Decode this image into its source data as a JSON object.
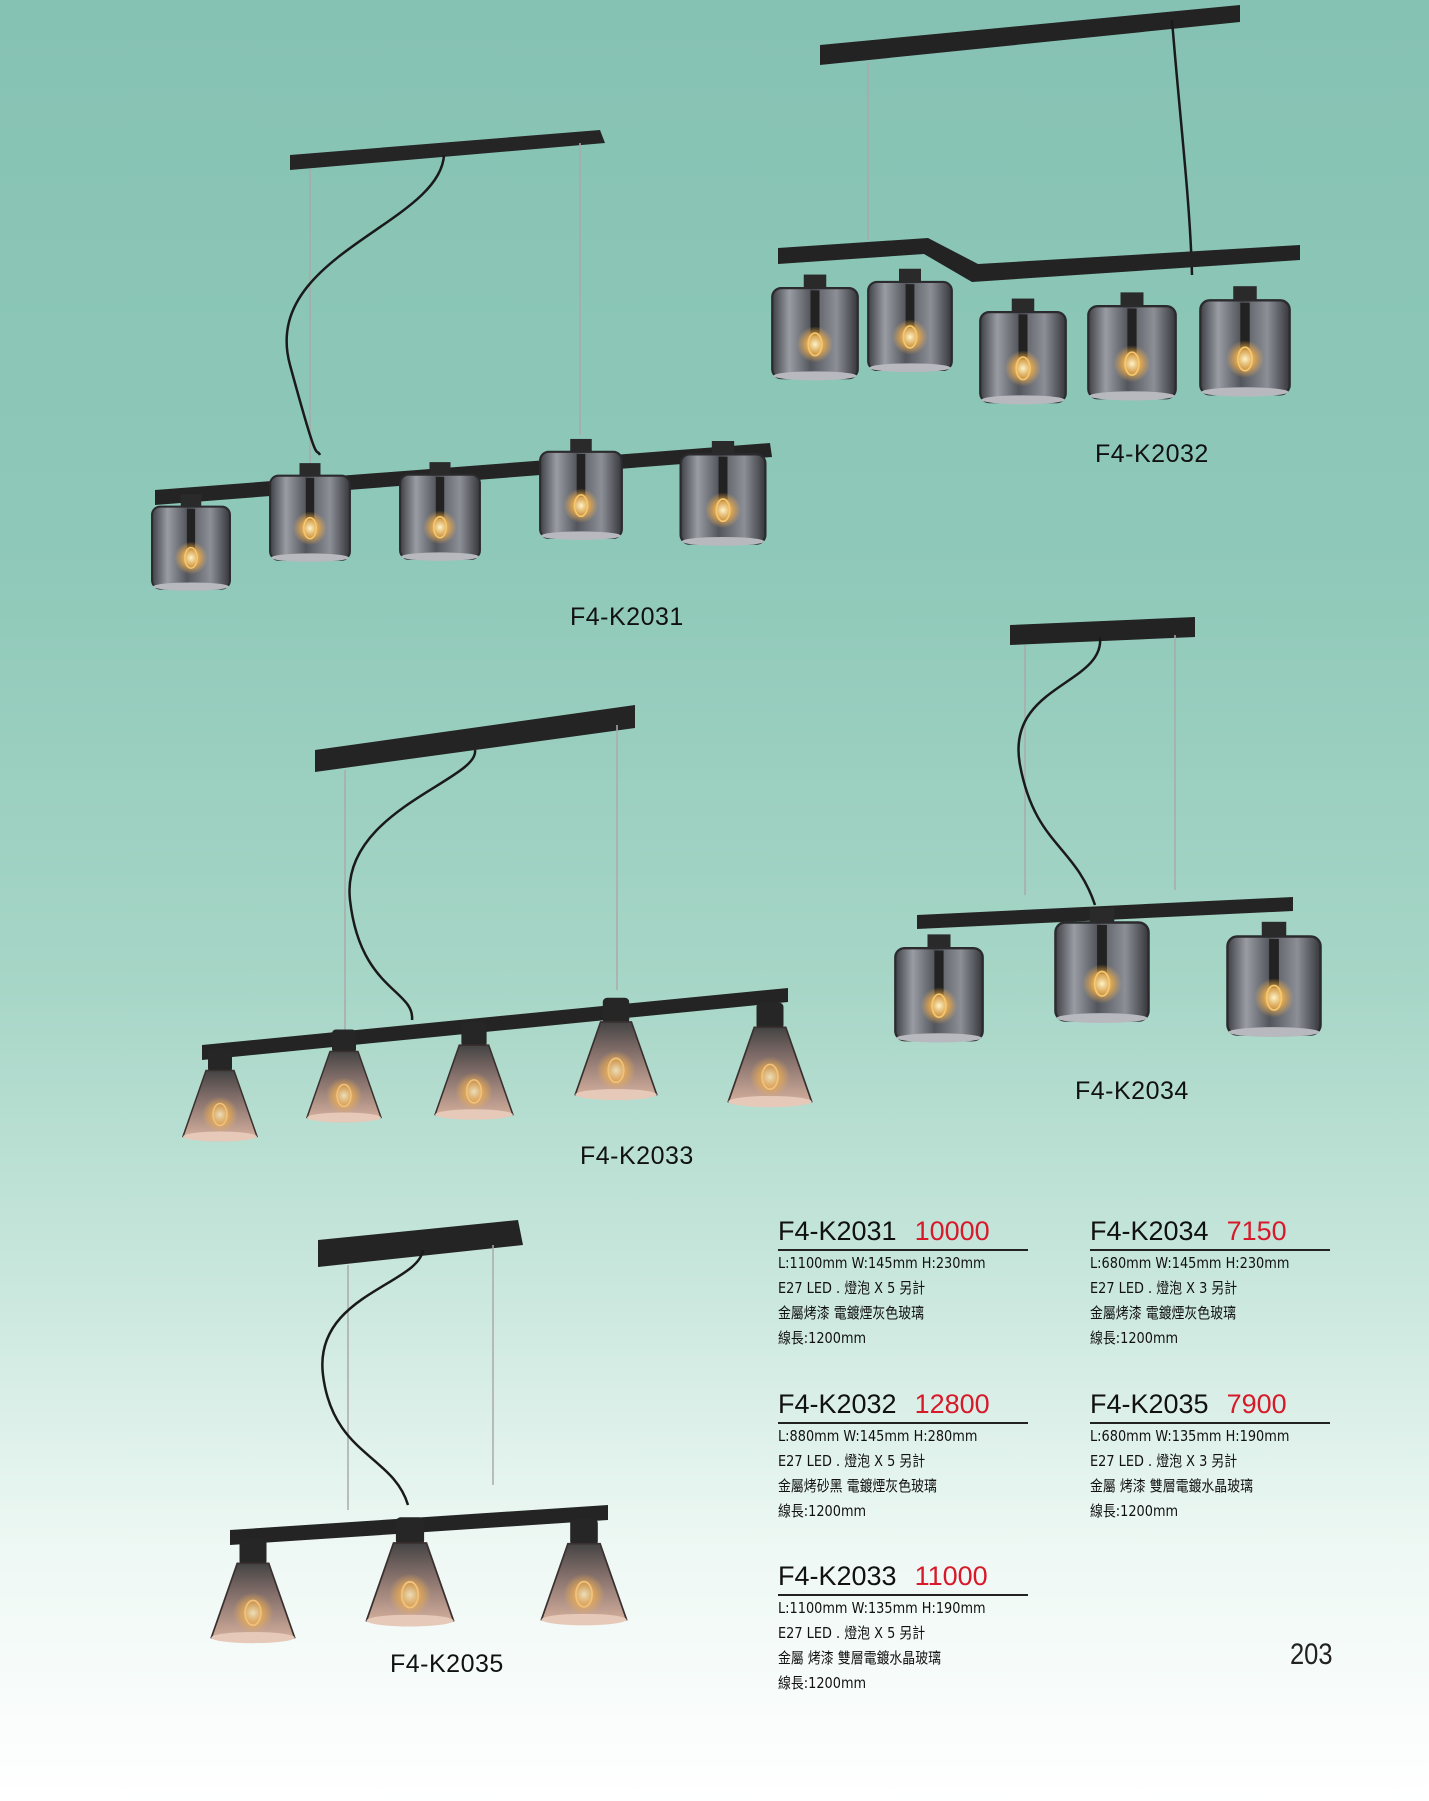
{
  "captions": {
    "k2031": "F4-K2031",
    "k2032": "F4-K2032",
    "k2033": "F4-K2033",
    "k2034": "F4-K2034",
    "k2035": "F4-K2035"
  },
  "products": [
    {
      "model": "F4-K2031",
      "price": "10000",
      "dimensions": "L:1100mm W:145mm H:230mm",
      "bulb": "E27 LED . 燈泡 X 5  另計",
      "material": "金屬烤漆  電鍍煙灰色玻璃",
      "cord": "線長:1200mm"
    },
    {
      "model": "F4-K2032",
      "price": "12800",
      "dimensions": "L:880mm W:145mm H:280mm",
      "bulb": "E27 LED . 燈泡 X 5  另計",
      "material": "金屬烤砂黑  電鍍煙灰色玻璃",
      "cord": "線長:1200mm"
    },
    {
      "model": "F4-K2033",
      "price": "11000",
      "dimensions": "L:1100mm W:135mm H:190mm",
      "bulb": "E27 LED . 燈泡 X 5  另計",
      "material": "金屬  烤漆  雙層電鍍水晶玻璃",
      "cord": "線長:1200mm"
    },
    {
      "model": "F4-K2034",
      "price": "7150",
      "dimensions": "L:680mm W:145mm H:230mm",
      "bulb": "E27 LED . 燈泡 X 3  另計",
      "material": "金屬烤漆  電鍍煙灰色玻璃",
      "cord": "線長:1200mm"
    },
    {
      "model": "F4-K2035",
      "price": "7900",
      "dimensions": "L:680mm W:135mm H:190mm",
      "bulb": "E27 LED . 燈泡 X 3  另計",
      "material": "金屬  烤漆  雙層電鍍水晶玻璃",
      "cord": "線長:1200mm"
    }
  ],
  "page_number": "203",
  "colors": {
    "price": "#d7192a",
    "metal": "#262626",
    "smoke_glass": "#5f6268",
    "amber_glass": "#b08a7c"
  },
  "icons": [
    "pendant-lamp-cylinder-5",
    "pendant-lamp-cylinder-5-stepped",
    "pendant-lamp-cone-5",
    "pendant-lamp-cylinder-3",
    "pendant-lamp-cone-3"
  ]
}
